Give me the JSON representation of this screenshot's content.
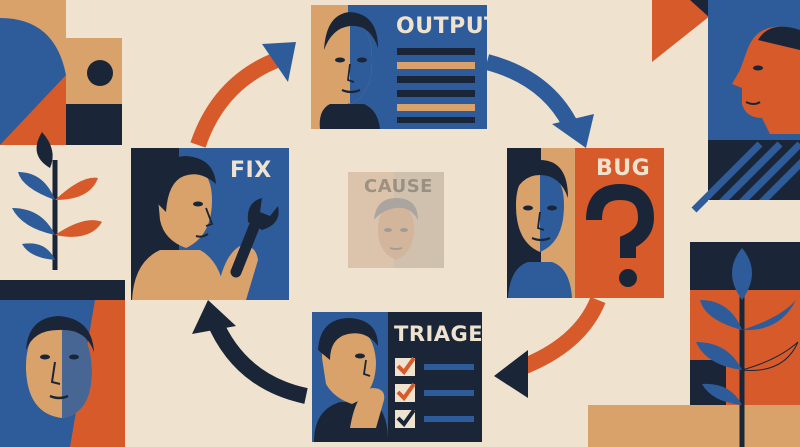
{
  "illustration": {
    "palette": {
      "navy": "#1a2638",
      "blue": "#2e5c9a",
      "orange": "#d65a2a",
      "tan": "#d8a26a",
      "cream": "#efe2cf",
      "white": "#f3ecdf"
    },
    "cycle": {
      "output": {
        "label": "OUTPUT",
        "icon": "lines-icon"
      },
      "bug": {
        "label": "BUG",
        "icon": "question-mark-icon"
      },
      "triage": {
        "label": "TRIAGE",
        "icon": "checkbox-list-icon"
      },
      "fix": {
        "label": "FIX",
        "icon": "wrench-icon"
      },
      "cause": {
        "label": "CAUSE",
        "icon": "face-icon"
      }
    },
    "arrows": [
      "arrow-output-to-bug",
      "arrow-bug-to-triage",
      "arrow-triage-to-fix",
      "arrow-fix-to-output"
    ]
  }
}
